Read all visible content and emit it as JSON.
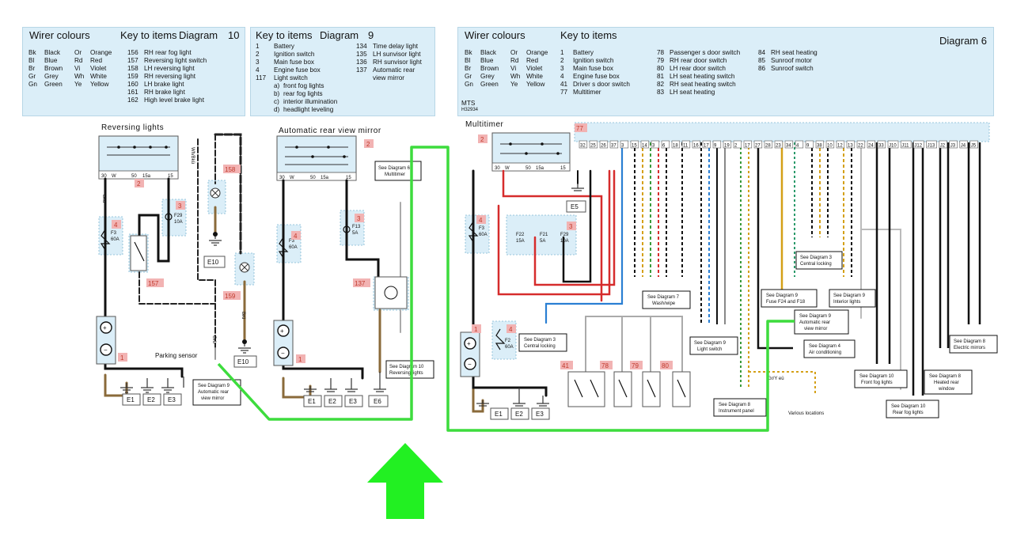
{
  "panel_d10": {
    "wire_title": "Wirer colours",
    "key_title": "Key to items",
    "diagram_title": "Diagram",
    "diagram_number": "10",
    "colors": [
      [
        "Bk",
        "Black",
        "Or",
        "Orange"
      ],
      [
        "Bl",
        "Blue",
        "Rd",
        "Red"
      ],
      [
        "Br",
        "Brown",
        "Vi",
        "Violet"
      ],
      [
        "Gr",
        "Grey",
        "Wh",
        "White"
      ],
      [
        "Gn",
        "Green",
        "Ye",
        "Yellow"
      ]
    ],
    "items": [
      [
        "156",
        "RH rear fog light"
      ],
      [
        "157",
        "Reversing light switch"
      ],
      [
        "158",
        "LH reversing light"
      ],
      [
        "159",
        "RH reversing light"
      ],
      [
        "160",
        "LH brake light"
      ],
      [
        "161",
        "RH brake light"
      ],
      [
        "162",
        "High level brake light"
      ]
    ]
  },
  "panel_d9": {
    "key_title": "Key to items",
    "diagram_title": "Diagram",
    "diagram_number": "9",
    "items_left": [
      [
        "1",
        "Battery"
      ],
      [
        "2",
        "Ignition switch"
      ],
      [
        "3",
        "Main fuse box"
      ],
      [
        "4",
        "Engine fuse box"
      ],
      [
        "117",
        "Light switch"
      ],
      [
        "a)",
        "front fog lights"
      ],
      [
        "b)",
        "rear fog lights"
      ],
      [
        "c)",
        "interior illumination"
      ],
      [
        "d)",
        "headlight leveling"
      ]
    ],
    "items_right": [
      [
        "134",
        "Time delay light"
      ],
      [
        "135",
        "LH sunvisor light"
      ],
      [
        "136",
        "RH sunvisor light"
      ],
      [
        "137",
        "Automatic rear"
      ],
      [
        "",
        "view mirror"
      ]
    ]
  },
  "panel_d6": {
    "wire_title": "Wirer colours",
    "key_title": "Key to items",
    "diagram_label": "Diagram 6",
    "code": "MTS",
    "code_sub": "H32934",
    "colors": [
      [
        "Bk",
        "Black",
        "Or",
        "Orange"
      ],
      [
        "Bl",
        "Blue",
        "Rd",
        "Red"
      ],
      [
        "Br",
        "Brown",
        "Vi",
        "Violet"
      ],
      [
        "Gr",
        "Grey",
        "Wh",
        "White"
      ],
      [
        "Gn",
        "Green",
        "Ye",
        "Yellow"
      ]
    ],
    "items_a": [
      [
        "1",
        "Battery"
      ],
      [
        "2",
        "Ignition switch"
      ],
      [
        "3",
        "Main fuse box"
      ],
      [
        "4",
        "Engine fuse box"
      ],
      [
        "41",
        "Driver s door switch"
      ],
      [
        "77",
        "Multitimer"
      ]
    ],
    "items_b": [
      [
        "78",
        "Passenger s door switch"
      ],
      [
        "79",
        "RH rear door switch"
      ],
      [
        "80",
        "LH rear door switch"
      ],
      [
        "81",
        "LH seat heating switch"
      ],
      [
        "82",
        "RH seat heating switch"
      ],
      [
        "83",
        "LH seat heating"
      ]
    ],
    "items_c": [
      [
        "84",
        "RH seat heating"
      ],
      [
        "85",
        "Sunroof motor"
      ],
      [
        "86",
        "Sunroof switch"
      ]
    ]
  },
  "circuit1": {
    "title": "Reversing lights",
    "parking_sensor": "Parking sensor",
    "fuse_f3": [
      "F3",
      "60A"
    ],
    "fuse_f29": [
      "F29",
      "10A"
    ],
    "earths": [
      "E1",
      "E2",
      "E3"
    ],
    "e10a": "E10",
    "e10b": "E10",
    "tags": [
      "4",
      "2",
      "3",
      "157",
      "158",
      "159",
      "1"
    ],
    "see_box": [
      "See Diagram 9",
      "Automatic rear",
      "view mirror"
    ],
    "switch_terms": [
      "30",
      "W",
      "50",
      "15a",
      "15"
    ],
    "wires": {
      "bku": "Bkü",
      "whbku": "Wh/Bkü",
      "bru": "Brü",
      "gru": "Grü"
    }
  },
  "circuit2": {
    "title": "Automatic rear view mirror",
    "fuse_f3": [
      "F3",
      "60A"
    ],
    "fuse_f13": [
      "F13",
      "5A"
    ],
    "earths": [
      "E1",
      "E2",
      "E3",
      "E6"
    ],
    "tags": [
      "2",
      "4",
      "3",
      "137",
      "1"
    ],
    "see_box_top": [
      "See Diagram 6",
      "Multitimer"
    ],
    "see_box_bottom": [
      "See Diagram 10",
      "Reversing lights"
    ]
  },
  "circuit3": {
    "title": "Multitimer",
    "fuses": [
      [
        "F3",
        "60A"
      ],
      [
        "F22",
        "15A"
      ],
      [
        "F21",
        "5A"
      ],
      [
        "F29",
        "10A"
      ],
      [
        "F2",
        "60A"
      ]
    ],
    "earths": [
      "E1",
      "E2",
      "E3"
    ],
    "e5": "E5",
    "tags": [
      "2",
      "77",
      "4",
      "3",
      "1",
      "4",
      "41",
      "78",
      "79",
      "80"
    ],
    "connector_pins": [
      "32",
      "25",
      "26",
      "37",
      "3",
      "15",
      "14",
      "3",
      "6",
      "18",
      "11",
      "16",
      "17",
      "9",
      "19",
      "2",
      "17",
      "27",
      "28",
      "23",
      "34",
      "4",
      "9",
      "38",
      "10",
      "12",
      "13",
      "22",
      "24",
      "33",
      "J10",
      "J11",
      "J12",
      "J13",
      "J2",
      "J3",
      "J4",
      "J5"
    ],
    "see_boxes": {
      "central_locking_a": [
        "See Diagram 3",
        "Central locking"
      ],
      "central_locking_b": [
        "See Diagram 3",
        "Central locking"
      ],
      "wash_wipe": [
        "See Diagram 7",
        "Wash/wipe"
      ],
      "fuse_f24": [
        "See Diagram 9",
        "Fuse F24 and F18"
      ],
      "interior": [
        "See Diagram 9",
        "Interior lights"
      ],
      "light_switch": [
        "See Diagram 9",
        "Light switch"
      ],
      "rear_mirror": [
        "See Diagram 9",
        "Automatic rear",
        "view mirror"
      ],
      "air_con": [
        "See Diagram 4",
        "Air conditioning"
      ],
      "electric_mirrors": [
        "See Diagram 8",
        "Electric mirrors"
      ],
      "front_fog": [
        "See Diagram 10",
        "Front fog lights"
      ],
      "heated_rear": [
        "See Diagram 8",
        "Heated rear",
        "window"
      ],
      "rear_fog": [
        "See Diagram 10",
        "Rear fog lights"
      ],
      "instrument": [
        "See Diagram 8",
        "Instrument panel"
      ]
    },
    "various": "Various locations",
    "gr_ye": "Gr/Y eü"
  }
}
